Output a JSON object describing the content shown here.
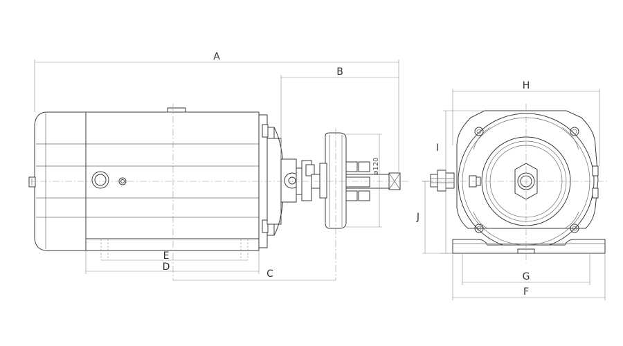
{
  "drawing": {
    "dimension_labels": {
      "A": "A",
      "B": "B",
      "C": "C",
      "D": "D",
      "E": "E",
      "F": "F",
      "G": "G",
      "H": "H",
      "I": "I",
      "J": "J"
    },
    "shaft_diameter_label": "ø120"
  },
  "colors": {
    "line": "#3a3a3a",
    "dimension": "#8a8a8a",
    "background": "#ffffff"
  }
}
